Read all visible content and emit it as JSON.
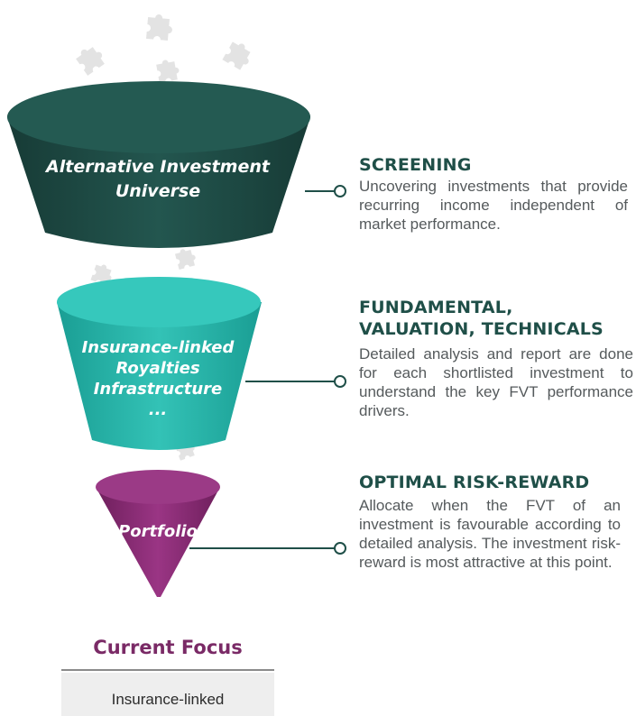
{
  "funnel": {
    "stages": [
      {
        "label_lines": [
          "Alternative Investment",
          "Universe"
        ],
        "color": "#1f4f48"
      },
      {
        "label_lines": [
          "Insurance-linked",
          "Royalties",
          "Infrastructure",
          "..."
        ],
        "color": "#27b3a8"
      },
      {
        "label_lines": [
          "Portfolio"
        ],
        "color": "#8a2a72"
      }
    ]
  },
  "steps": [
    {
      "title_lines": [
        "SCREENING"
      ],
      "description": "Uncovering investments that provide recurring income independent of market performance."
    },
    {
      "title_lines": [
        "FUNDAMENTAL,",
        "VALUATION, TECHNICALS"
      ],
      "description": "Detailed analysis and report are done for each shortlisted investment to understand the key FVT performance drivers."
    },
    {
      "title_lines": [
        "OPTIMAL RISK-REWARD"
      ],
      "description": "Allocate when the FVT of an investment is favourable according to detailed analysis. The investment risk-reward is most attractive at this point."
    }
  ],
  "current_focus": {
    "title": "Current Focus",
    "items": [
      "Insurance-linked"
    ]
  },
  "colors": {
    "heading": "#1f4f48",
    "connector": "#1f4f48",
    "focus_title": "#7a2a66",
    "puzzle": "#e6e6e6"
  },
  "icons": [
    "puzzle-piece-icon"
  ]
}
